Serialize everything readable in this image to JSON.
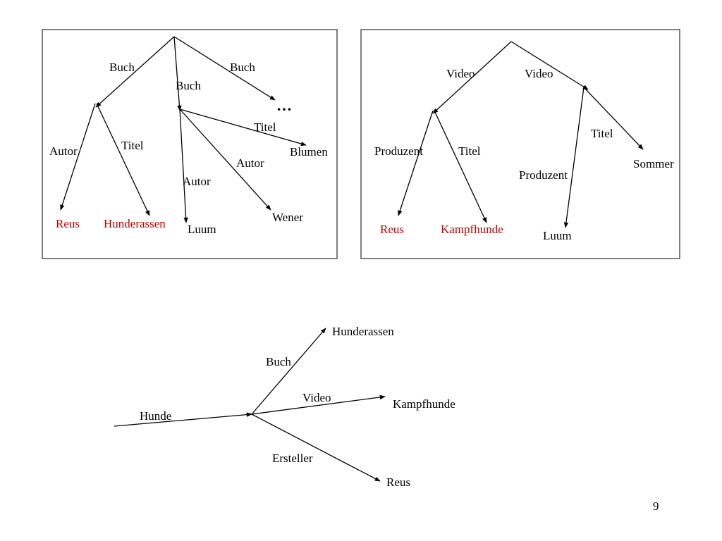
{
  "colors": {
    "text": "#000000",
    "highlight": "#c00000",
    "background": "#ffffff"
  },
  "tree_buch": {
    "root_edges": {
      "left": "Buch",
      "middle": "Buch",
      "right": "Buch"
    },
    "ellipsis": "…",
    "left_node_edges": {
      "autor": "Autor",
      "titel": "Titel"
    },
    "left_leaves": {
      "autor": "Reus",
      "titel": "Hunderassen"
    },
    "middle_node_edges": {
      "titel": "Titel",
      "autor_right": "Autor",
      "autor_down": "Autor"
    },
    "middle_leaves": {
      "titel": "Blumen",
      "autor_right": "Wener",
      "autor_down": "Luum"
    }
  },
  "tree_video": {
    "root_edges": {
      "left": "Video",
      "right": "Video"
    },
    "left_node_edges": {
      "produzent": "Produzent",
      "titel": "Titel"
    },
    "left_leaves": {
      "produzent": "Reus",
      "titel": "Kampfhunde"
    },
    "right_node_edges": {
      "titel": "Titel",
      "produzent": "Produzent"
    },
    "right_leaves": {
      "titel": "Sommer",
      "produzent": "Luum"
    }
  },
  "summary_graph": {
    "source_label": "Hunde",
    "edges": {
      "buch": "Buch",
      "video": "Video",
      "ersteller": "Ersteller"
    },
    "targets": {
      "buch": "Hunderassen",
      "video": "Kampfhunde",
      "ersteller": "Reus"
    }
  },
  "page_number": "9"
}
